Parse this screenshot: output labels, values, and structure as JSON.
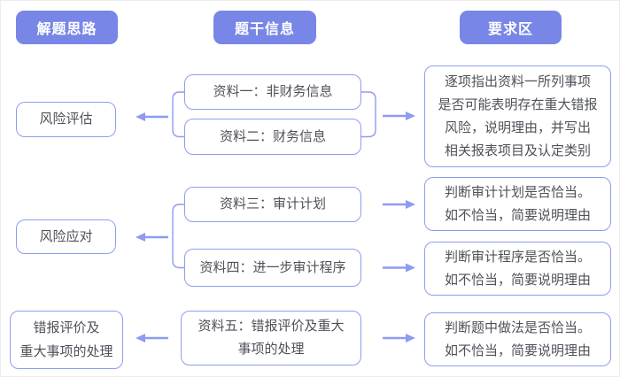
{
  "colors": {
    "accent": "#7786e7",
    "line": "#8f9cf0",
    "arrow": "#8d9bf2",
    "ink": "#4e5159",
    "bg": "#ffffff"
  },
  "headers": {
    "left": "解题思路",
    "middle": "题干信息",
    "right": "要求区"
  },
  "left_column": {
    "items": [
      {
        "label": "风险评估"
      },
      {
        "label": "风险应对"
      },
      {
        "label": "错报评价及\n重大事项的处理"
      }
    ]
  },
  "middle_column": {
    "items": [
      {
        "label": "资料一：非财务信息"
      },
      {
        "label": "资料二：财务信息"
      },
      {
        "label": "资料三：审计计划"
      },
      {
        "label": "资料四：进一步审计程序"
      },
      {
        "label": "资料五：错报评价及重大\n事项的处理"
      }
    ]
  },
  "right_column": {
    "items": [
      {
        "label": "逐项指出资料一所列事项\n是否可能表明存在重大错报\n风险，说明理由，并写出\n相关报表项目及认定类别"
      },
      {
        "label": "判断审计计划是否恰当。\n如不恰当，简要说明理由"
      },
      {
        "label": "判断审计程序是否恰当。\n如不恰当，简要说明理由"
      },
      {
        "label": "判断题中做法是否恰当。\n如不恰当，简要说明理由"
      }
    ]
  }
}
